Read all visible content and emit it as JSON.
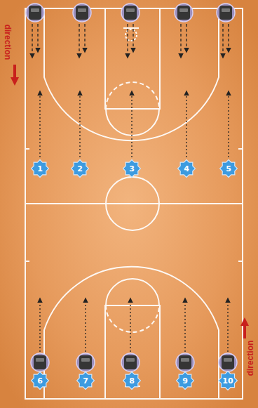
{
  "diagram": {
    "nodes": [
      {
        "text": [
          "1"
        ]
      },
      {
        "text": [
          "2"
        ]
      },
      {
        "text": [
          "3"
        ]
      },
      {
        "text": [
          "4"
        ]
      },
      {
        "text": [
          "5"
        ]
      },
      {
        "text": [
          "6"
        ]
      },
      {
        "text": [
          "7"
        ]
      },
      {
        "text": [
          "8"
        ]
      },
      {
        "text": [
          "9"
        ]
      },
      {
        "text": [
          "10"
        ]
      }
    ],
    "labels": [
      "direction",
      "direction"
    ]
  }
}
